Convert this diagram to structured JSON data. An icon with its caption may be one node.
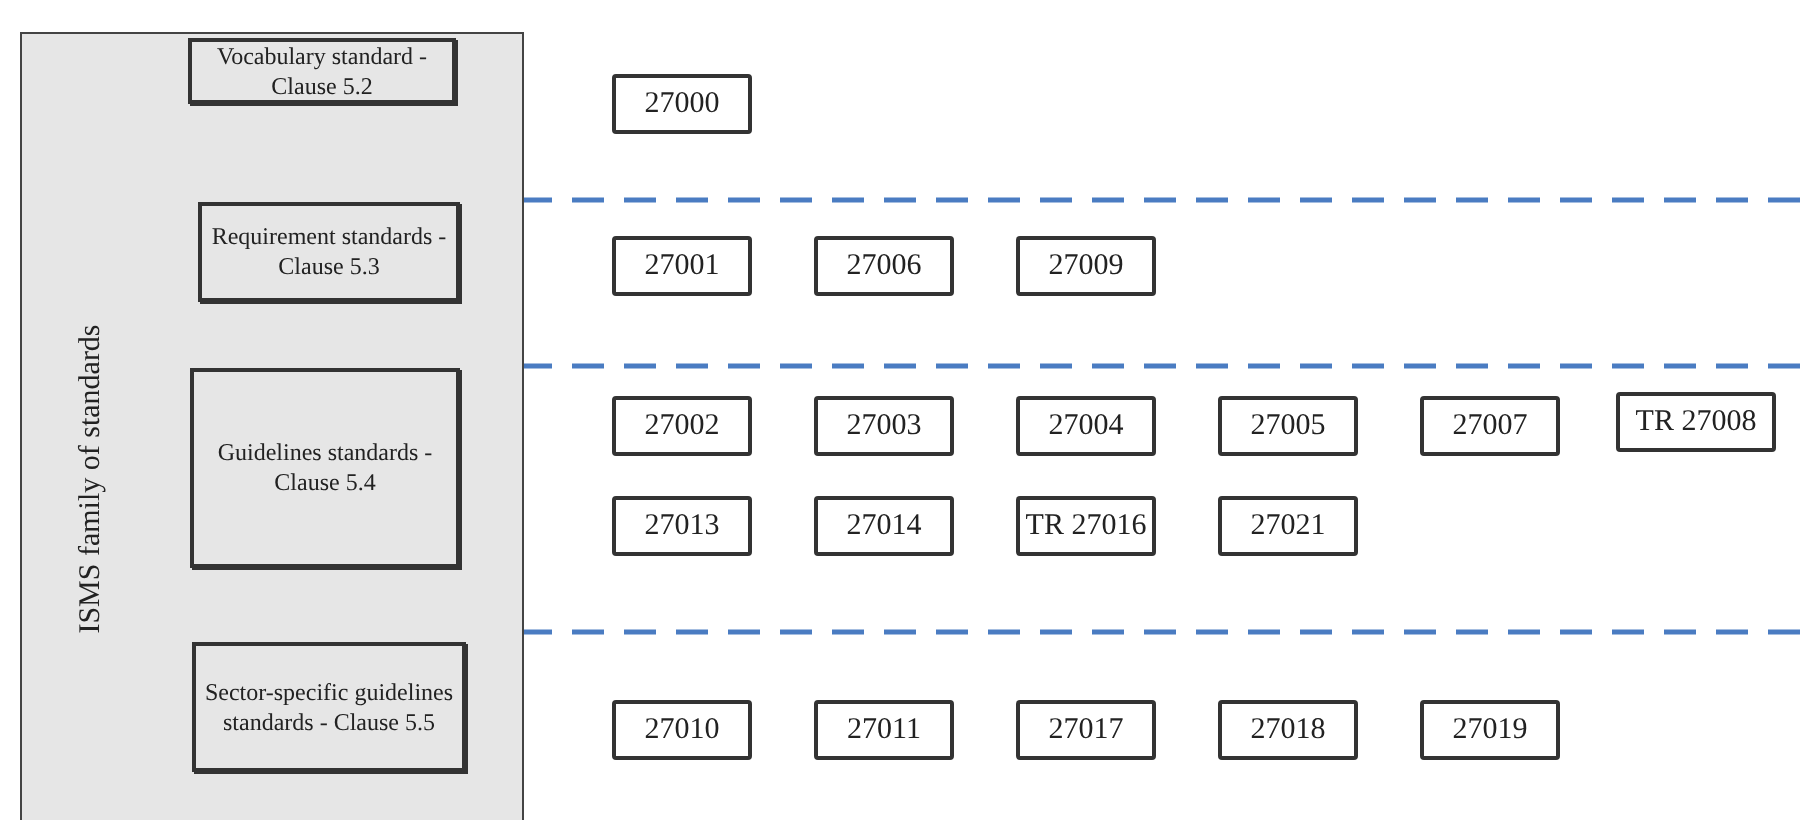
{
  "diagram": {
    "nodes": [
      {
        "text": [
          "ISMS family of standards"
        ]
      },
      {
        "text": [
          "Vocabulary standard - Clause 5.2"
        ],
        "in": 0
      },
      {
        "text": [
          "27000"
        ]
      },
      {
        "text": [
          "Requirement standards - Clause 5.3"
        ],
        "in": 0
      },
      {
        "text": [
          "27001"
        ]
      },
      {
        "text": [
          "27006"
        ]
      },
      {
        "text": [
          "27009"
        ]
      },
      {
        "text": [
          "Guidelines standards - Clause 5.4"
        ],
        "in": 0
      },
      {
        "text": [
          "27002"
        ]
      },
      {
        "text": [
          "27003"
        ]
      },
      {
        "text": [
          "27004"
        ]
      },
      {
        "text": [
          "27005"
        ]
      },
      {
        "text": [
          "27007"
        ]
      },
      {
        "text": [
          "TR 27008"
        ]
      },
      {
        "text": [
          "27013"
        ]
      },
      {
        "text": [
          "27014"
        ]
      },
      {
        "text": [
          "TR 27016"
        ]
      },
      {
        "text": [
          "27021"
        ]
      },
      {
        "text": [
          "Sector-specific guidelines standards - Clause 5.5"
        ],
        "in": 0
      },
      {
        "text": [
          "27010"
        ]
      },
      {
        "text": [
          "27011"
        ]
      },
      {
        "text": [
          "27017"
        ]
      },
      {
        "text": [
          "27018"
        ]
      },
      {
        "text": [
          "27019"
        ]
      }
    ]
  }
}
